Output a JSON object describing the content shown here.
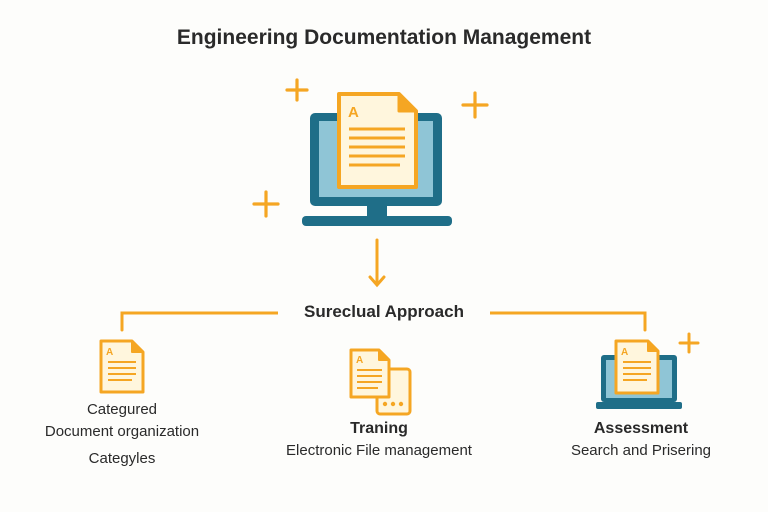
{
  "title": "Engineering Documentation Management",
  "center_label": "Sureclual Approach",
  "top_document_letter": "A",
  "columns": [
    {
      "doc_letter": "A",
      "lines": [
        "Categured",
        "Document organization",
        "Categyles"
      ]
    },
    {
      "doc_letter": "A",
      "heading": "Traning",
      "subtitle": "Electronic File management"
    },
    {
      "doc_letter": "A",
      "heading": "Assessment",
      "subtitle": "Search and Prisering"
    }
  ],
  "colors": {
    "accent_orange": "#f5a623",
    "monitor_teal": "#1f6e88",
    "screen_blue": "#8fc5d6",
    "paper": "#fff6dd"
  }
}
